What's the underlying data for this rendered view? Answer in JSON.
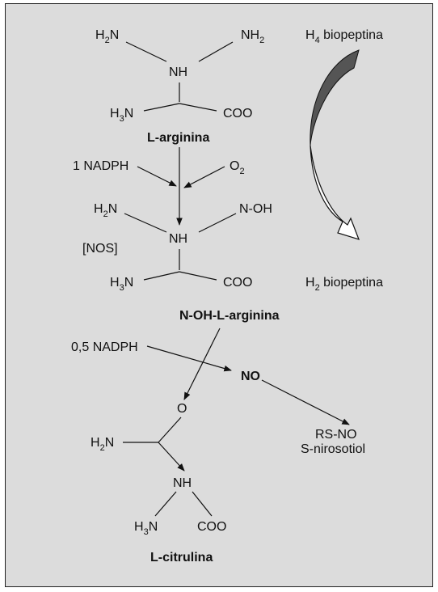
{
  "colors": {
    "background": "#dcdcdc",
    "border": "#222222",
    "ink": "#111111",
    "arrow_dark": "#555555"
  },
  "arginine": {
    "nh2_left": {
      "main": "H",
      "sub": "2",
      "tail": "N"
    },
    "nh2_right": {
      "main": "NH",
      "sub": "2"
    },
    "nh": "NH",
    "h3n": {
      "main": "H",
      "sub": "3",
      "tail": "N"
    },
    "coo": "COO",
    "name": "L-arginina"
  },
  "cofactors": {
    "nadph_1": "1 NADPH",
    "o2": {
      "main": "O",
      "sub": "2"
    },
    "nadph_05": "0,5 NADPH"
  },
  "intermediate": {
    "h2n": {
      "main": "H",
      "sub": "2",
      "tail": "N"
    },
    "noh": "N-OH",
    "nh": "NH",
    "nos": "[NOS]",
    "h3n": {
      "main": "H",
      "sub": "3",
      "tail": "N"
    },
    "coo": "COO",
    "name": "N-OH-L-arginina"
  },
  "biopterin": {
    "h4": {
      "main": "H",
      "sub": "4",
      "tail": " biopeptina"
    },
    "h2": {
      "main": "H",
      "sub": "2",
      "tail": " biopeptina"
    }
  },
  "no": {
    "label": "NO",
    "rsno": "RS-NO",
    "nitrosothiol": "S-nirosotiol"
  },
  "citrulline": {
    "o": "O",
    "h2n": {
      "main": "H",
      "sub": "2",
      "tail": "N"
    },
    "nh": "NH",
    "h3n": {
      "main": "H",
      "sub": "3",
      "tail": "N"
    },
    "coo": "COO",
    "name": "L-citrulina"
  }
}
